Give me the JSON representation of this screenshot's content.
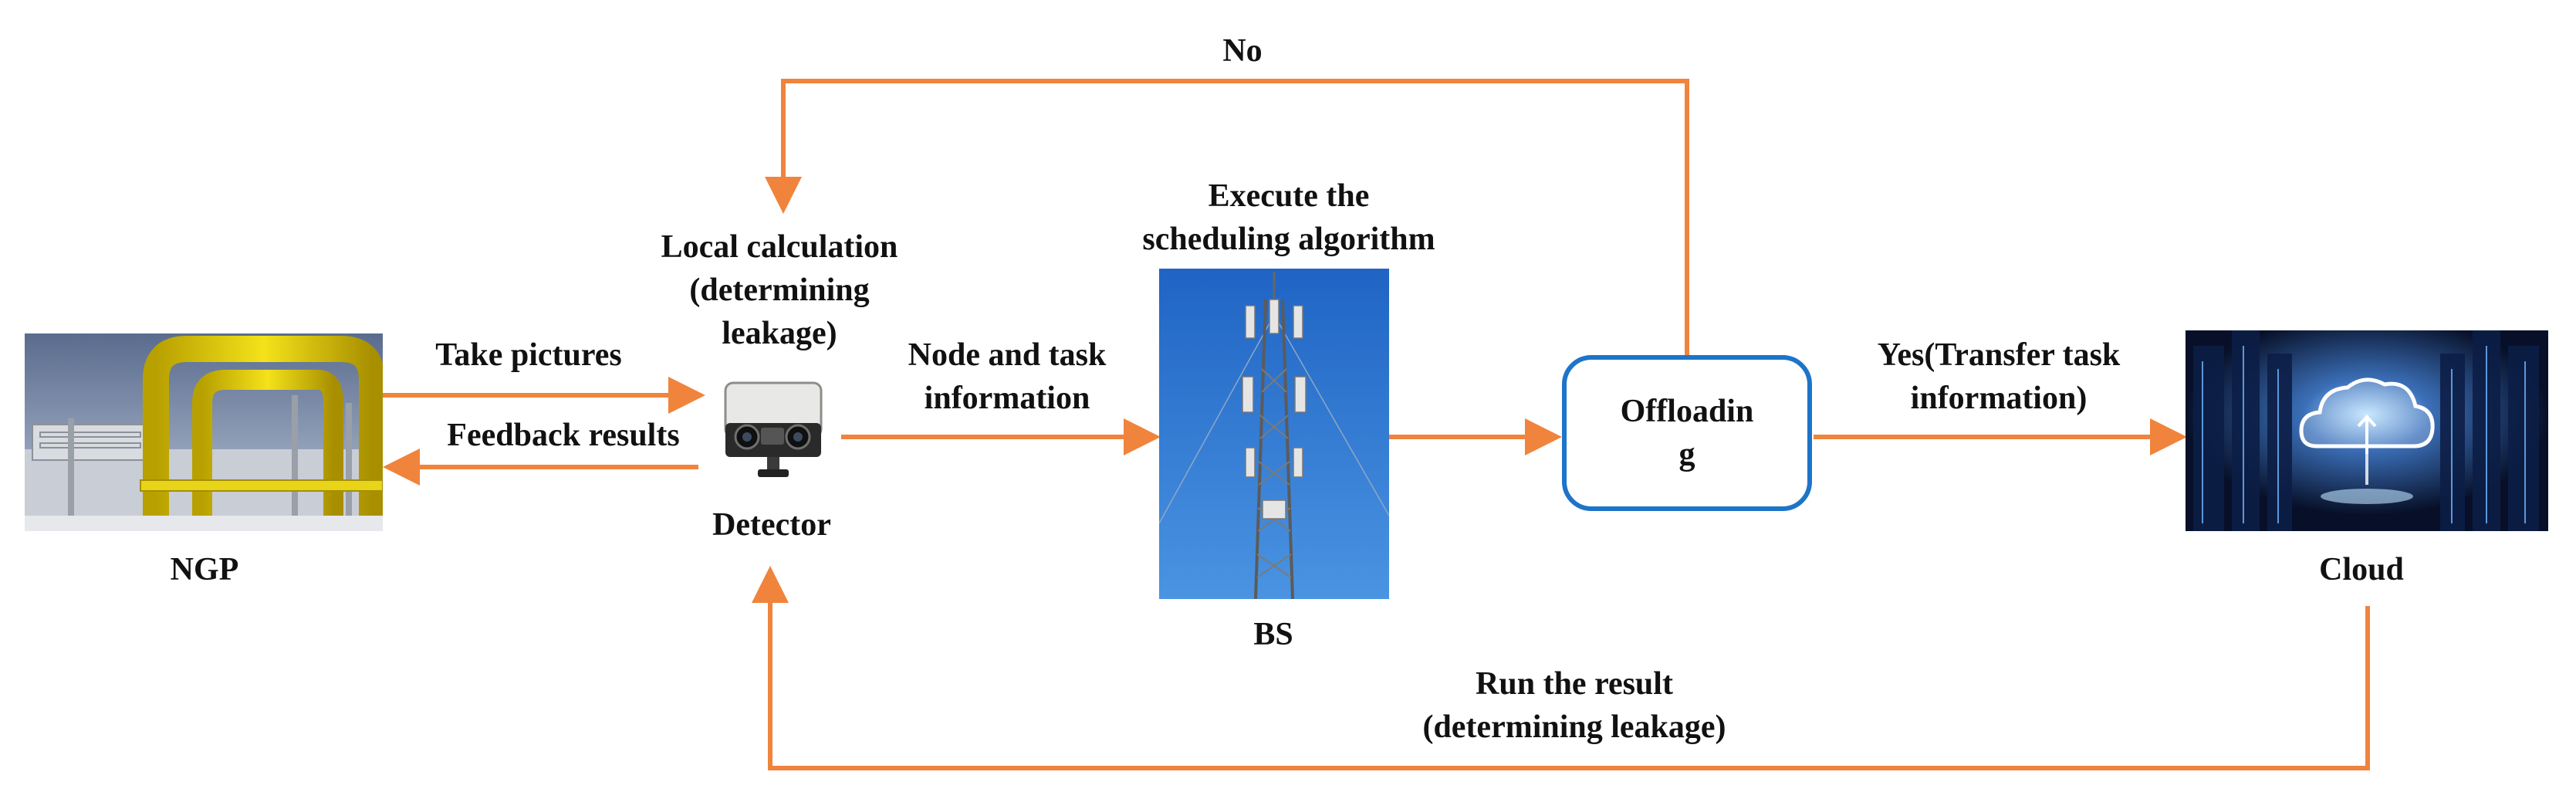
{
  "diagram": {
    "nodes": {
      "ngp": {
        "label": "NGP",
        "image": "gas-pipeline-photo"
      },
      "detector": {
        "label": "Detector",
        "image": "detector-camera-photo"
      },
      "bs": {
        "label": "BS",
        "image": "cell-tower-photo"
      },
      "offloading": {
        "line1": "Offloadin",
        "line2": "g"
      },
      "cloud": {
        "label": "Cloud",
        "image": "cloud-computing-photo"
      }
    },
    "annotations": {
      "local_calc": {
        "line1": "Local calculation",
        "line2": "(determining",
        "line3": "leakage)"
      },
      "scheduling": {
        "line1": "Execute the",
        "line2": "scheduling algorithm"
      }
    },
    "edges": {
      "take_pictures": "Take pictures",
      "feedback_results": "Feedback results",
      "node_task_info": {
        "line1": "Node and task",
        "line2": "information"
      },
      "no": "No",
      "yes_transfer": {
        "line1": "Yes(Transfer task",
        "line2": "information)"
      },
      "run_result": {
        "line1": "Run the result",
        "line2": "(determining leakage)"
      }
    },
    "colors": {
      "arrow": "#f0843c",
      "decision_border": "#1d74c8",
      "text": "#111111"
    }
  }
}
